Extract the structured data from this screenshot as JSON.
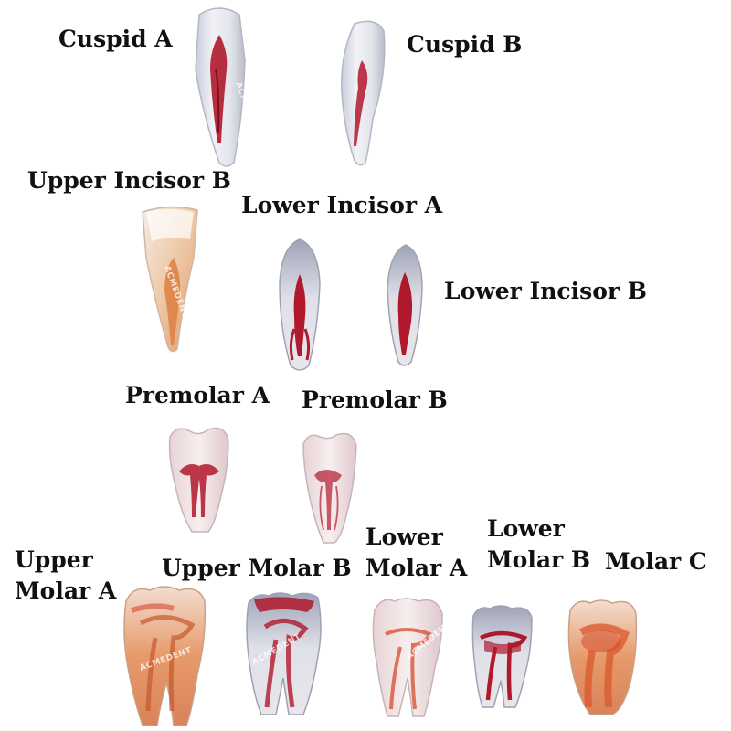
{
  "labels": {
    "cuspid_a": "Cuspid A",
    "cuspid_b": "Cuspid B",
    "upper_incisor_b": "Upper Incisor B",
    "lower_incisor_a": "Lower Incisor A",
    "lower_incisor_b": "Lower Incisor B",
    "premolar_a": "Premolar A",
    "premolar_b": "Premolar B",
    "upper_molar_a_line1": "Upper",
    "upper_molar_a_line2": "Molar A",
    "upper_molar_b": "Upper Molar B",
    "lower_molar_a_line1": "Lower",
    "lower_molar_a_line2": "Molar A",
    "lower_molar_b_line1": "Lower",
    "lower_molar_b_line2": "Molar B",
    "molar_c": "Molar C"
  },
  "watermark": "ACMEDENT",
  "colors": {
    "pulp": "#b0182c",
    "resin": "#d8dde8",
    "amber": "#e8955a"
  }
}
